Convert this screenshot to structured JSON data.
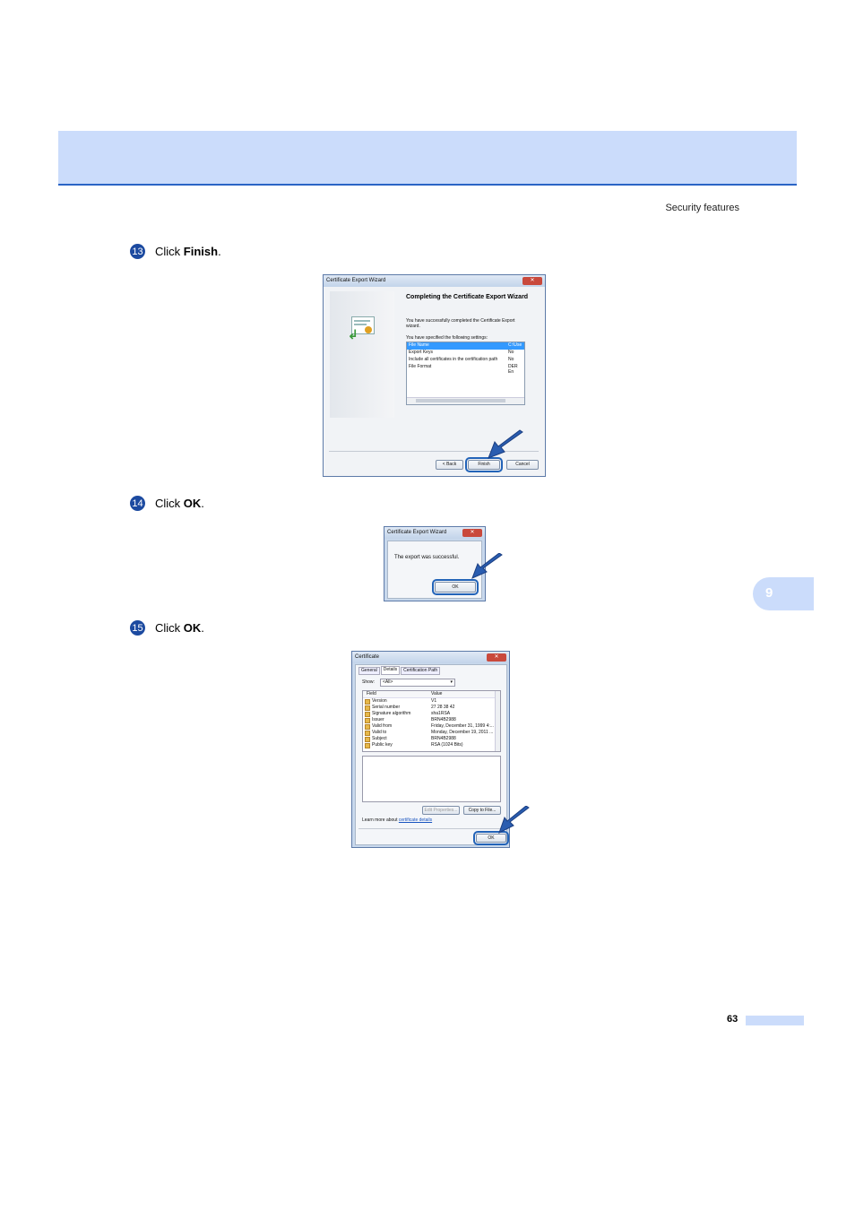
{
  "header": {
    "running_head": "Security features"
  },
  "chapter_tab": "9",
  "steps": [
    {
      "number": "13",
      "prefix": "Click ",
      "bold": "Finish",
      "suffix": "."
    },
    {
      "number": "14",
      "prefix": "Click ",
      "bold": "OK",
      "suffix": "."
    },
    {
      "number": "15",
      "prefix": "Click ",
      "bold": "OK",
      "suffix": "."
    }
  ],
  "wizard1": {
    "title": "Certificate Export Wizard",
    "heading": "Completing the Certificate Export Wizard",
    "success_text": "You have successfully completed the Certificate Export wizard.",
    "specified_text": "You have specified the following settings:",
    "rows": [
      {
        "name": "File Name",
        "value": "C:\\Use"
      },
      {
        "name": "Export Keys",
        "value": "No"
      },
      {
        "name": "Include all certificates in the certification path",
        "value": "No"
      },
      {
        "name": "File Format",
        "value": "DER En"
      }
    ],
    "back_label": "< Back",
    "finish_label": "Finish",
    "cancel_label": "Cancel"
  },
  "wizard2": {
    "title": "Certificate Export Wizard",
    "message": "The export was successful.",
    "ok_label": "OK"
  },
  "certificate": {
    "title": "Certificate",
    "tabs": [
      "General",
      "Details",
      "Certification Path"
    ],
    "show_label": "Show:",
    "show_value": "<All>",
    "col_field": "Field",
    "col_value": "Value",
    "rows": [
      {
        "field": "Version",
        "value": "V1"
      },
      {
        "field": "Serial number",
        "value": "27 28 38 42"
      },
      {
        "field": "Signature algorithm",
        "value": "sha1RSA"
      },
      {
        "field": "Issuer",
        "value": "BRN4B2988"
      },
      {
        "field": "Valid from",
        "value": "Friday, December 31, 1999 4:..."
      },
      {
        "field": "Valid to",
        "value": "Monday, December 19, 2011 ..."
      },
      {
        "field": "Subject",
        "value": "BRN4B2988"
      },
      {
        "field": "Public key",
        "value": "RSA (1024 Bits)"
      }
    ],
    "edit_properties": "Edit Properties...",
    "copy_to_file": "Copy to File...",
    "learn_prefix": "Learn more about ",
    "learn_link": "certificate details",
    "ok_label": "OK"
  },
  "footer": {
    "page_number": "63"
  }
}
